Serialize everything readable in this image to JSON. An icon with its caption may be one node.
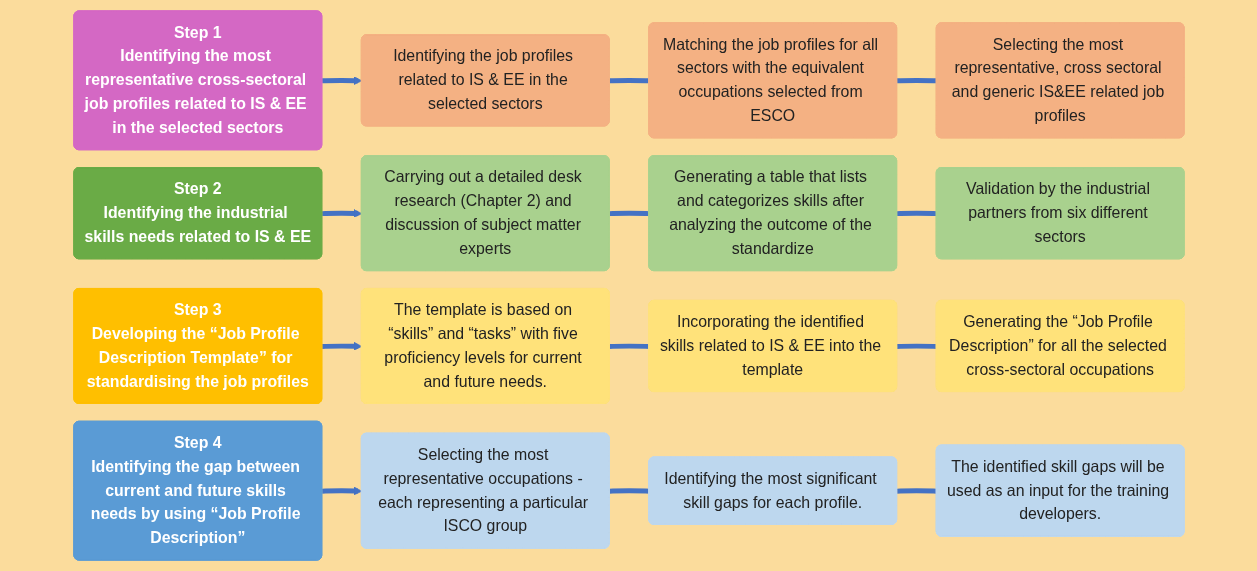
{
  "diagram": {
    "nodes": [
      {
        "text": [
          "Step 1",
          "Identifying the most representative cross-sectoral job profiles related to IS & EE in the selected sectors"
        ]
      },
      {
        "text": [
          "Identifying the job profiles related to IS & EE in the selected sectors"
        ]
      },
      {
        "text": [
          "Matching the job profiles for all sectors with the equivalent occupations selected from ESCO"
        ]
      },
      {
        "text": [
          "Selecting the most representative, cross sectoral and generic IS&EE related job profiles"
        ]
      },
      {
        "text": [
          "Step 2",
          "Identifying the industrial skills needs related to IS & EE"
        ]
      },
      {
        "text": [
          "Carrying out a detailed desk research (Chapter 2) and discussion of subject matter experts"
        ]
      },
      {
        "text": [
          "Generating a table that lists and categorizes skills after analyzing the outcome of the standardize"
        ]
      },
      {
        "text": [
          "Validation by the industrial partners from six different sectors"
        ]
      },
      {
        "text": [
          "Step 3",
          "Developing the “Job Profile Description Template” for standardising the job profiles"
        ]
      },
      {
        "text": [
          "The template is based on “skills” and “tasks” with five proficiency levels for current and future needs."
        ]
      },
      {
        "text": [
          "Incorporating the identified skills related to IS & EE into the template"
        ]
      },
      {
        "text": [
          "Generating the “Job Profile Description” for all the selected cross-sectoral occupations"
        ]
      },
      {
        "text": [
          "Step 4",
          "Identifying the gap between current and future skills needs by using “Job Profile Description”"
        ]
      },
      {
        "text": [
          "Selecting the most representative occupations - each representing a particular ISCO group"
        ]
      },
      {
        "text": [
          "Identifying the most significant skill gaps for each profile."
        ]
      },
      {
        "text": [
          "The identified skill gaps will be used as an input for the training developers."
        ]
      }
    ],
    "edges": [
      {
        "from": 0,
        "to": 1,
        "arrow": "to"
      },
      {
        "from": 1,
        "to": 2,
        "arrow": "none"
      },
      {
        "from": 2,
        "to": 3,
        "arrow": "none"
      },
      {
        "from": 4,
        "to": 5,
        "arrow": "to"
      },
      {
        "from": 5,
        "to": 6,
        "arrow": "none"
      },
      {
        "from": 6,
        "to": 7,
        "arrow": "none"
      },
      {
        "from": 8,
        "to": 9,
        "arrow": "to"
      },
      {
        "from": 9,
        "to": 10,
        "arrow": "none"
      },
      {
        "from": 10,
        "to": 11,
        "arrow": "none"
      },
      {
        "from": 12,
        "to": 13,
        "arrow": "to"
      },
      {
        "from": 13,
        "to": 14,
        "arrow": "none"
      },
      {
        "from": 14,
        "to": 15,
        "arrow": "none"
      }
    ]
  }
}
